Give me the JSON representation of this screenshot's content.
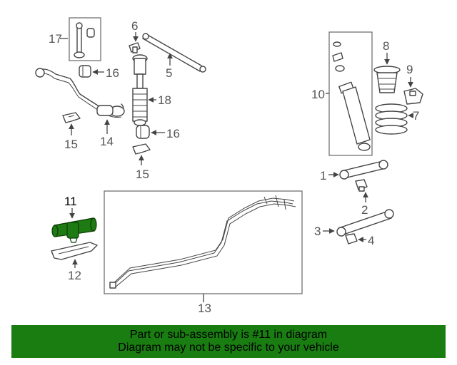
{
  "diagram": {
    "callouts": {
      "c1": "1",
      "c2": "2",
      "c3": "3",
      "c4": "4",
      "c5": "5",
      "c6": "6",
      "c7": "7",
      "c8": "8",
      "c9": "9",
      "c10": "10",
      "c11": "11",
      "c12": "12",
      "c13": "13",
      "c14": "14",
      "c15a": "15",
      "c15b": "15",
      "c16a": "16",
      "c16b": "16",
      "c17": "17",
      "c18": "18"
    },
    "highlight_color": "#1e7a12"
  },
  "footer": {
    "line1": "Part or sub-assembly is #11 in diagram",
    "line2": "Diagram may not be specific to your vehicle",
    "background": "#1a7d12"
  }
}
